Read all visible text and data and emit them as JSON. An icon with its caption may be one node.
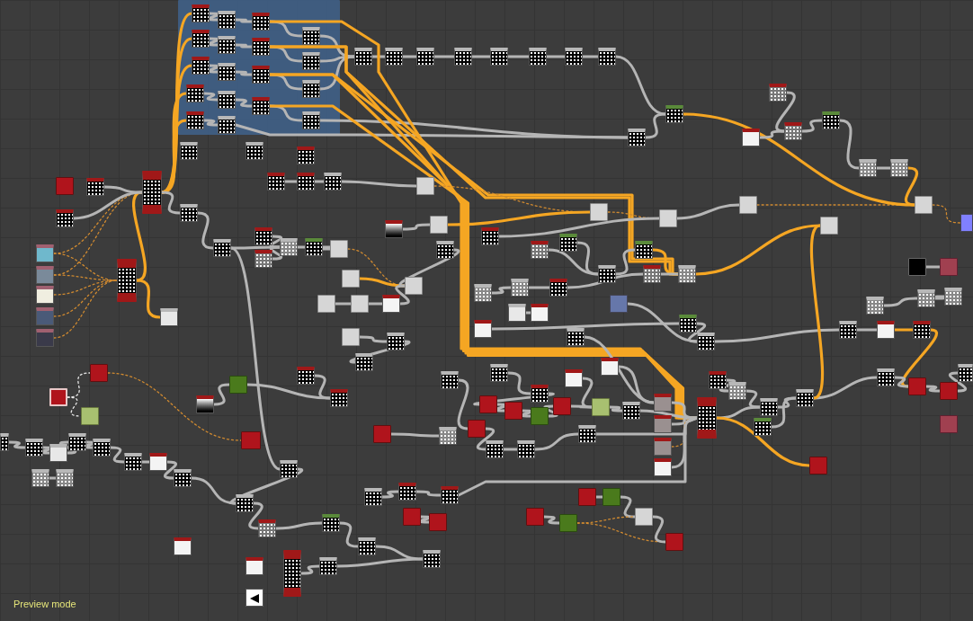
{
  "diagram": {
    "nodes": [
      {
        "text": [],
        "shape": "box"
      },
      {
        "text": [],
        "shape": "box",
        "in": 0
      },
      {
        "text": [],
        "shape": "box",
        "in": 0
      },
      {
        "text": [],
        "shape": "box",
        "in": 0
      },
      {
        "text": [],
        "shape": "box",
        "in": 0
      },
      {
        "text": [],
        "shape": "box",
        "in": 0
      },
      {
        "text": [],
        "shape": "box",
        "in": 0
      },
      {
        "text": [],
        "shape": "box",
        "in": 0
      },
      {
        "text": [],
        "shape": "box",
        "in": 0
      },
      {
        "text": [],
        "shape": "box",
        "in": 0
      },
      {
        "text": [],
        "shape": "box",
        "in": 0
      },
      {
        "text": [],
        "shape": "box",
        "in": 0
      },
      {
        "text": [],
        "shape": "box",
        "in": 0
      },
      {
        "text": [],
        "shape": "box",
        "in": 0
      },
      {
        "text": [],
        "shape": "box",
        "in": 0
      },
      {
        "text": [],
        "shape": "box",
        "in": 0
      },
      {
        "text": [],
        "shape": "box",
        "in": 0
      },
      {
        "text": [],
        "shape": "box",
        "in": 0
      },
      {
        "text": [],
        "shape": "box",
        "in": 0
      },
      {
        "text": [],
        "shape": "box"
      },
      {
        "text": [],
        "shape": "box"
      },
      {
        "text": [],
        "shape": "box"
      },
      {
        "text": [],
        "shape": "box"
      },
      {
        "text": [],
        "shape": "box"
      },
      {
        "text": [],
        "shape": "box"
      },
      {
        "text": [],
        "shape": "box"
      },
      {
        "text": [],
        "shape": "box"
      },
      {
        "text": [],
        "shape": "box"
      },
      {
        "text": [],
        "shape": "box"
      },
      {
        "text": [],
        "shape": "box"
      },
      {
        "text": [],
        "shape": "box"
      },
      {
        "text": [],
        "shape": "box"
      },
      {
        "text": [],
        "shape": "box"
      },
      {
        "text": [],
        "shape": "box"
      },
      {
        "text": [],
        "shape": "box"
      },
      {
        "text": [],
        "shape": "box"
      },
      {
        "text": [],
        "shape": "box"
      },
      {
        "text": [],
        "shape": "box"
      },
      {
        "text": [],
        "shape": "box"
      },
      {
        "text": [],
        "shape": "box"
      },
      {
        "text": [],
        "shape": "box"
      },
      {
        "text": [],
        "shape": "box"
      },
      {
        "text": [],
        "shape": "box"
      },
      {
        "text": [],
        "shape": "box"
      },
      {
        "text": [],
        "shape": "box"
      },
      {
        "text": [],
        "shape": "box"
      },
      {
        "text": [],
        "shape": "box"
      },
      {
        "text": [],
        "shape": "box"
      },
      {
        "text": [],
        "shape": "box"
      },
      {
        "text": [],
        "shape": "box"
      },
      {
        "text": [],
        "shape": "box"
      },
      {
        "text": [],
        "shape": "box"
      },
      {
        "text": [],
        "shape": "box"
      },
      {
        "text": [],
        "shape": "box"
      },
      {
        "text": [],
        "shape": "box"
      },
      {
        "text": [],
        "shape": "box"
      },
      {
        "text": [],
        "shape": "box"
      },
      {
        "text": [],
        "shape": "box"
      },
      {
        "text": [],
        "shape": "box"
      },
      {
        "text": [],
        "shape": "box"
      },
      {
        "text": [],
        "shape": "box"
      },
      {
        "text": [],
        "shape": "box"
      },
      {
        "text": [],
        "shape": "box"
      },
      {
        "text": [],
        "shape": "box"
      },
      {
        "text": [],
        "shape": "box"
      },
      {
        "text": [],
        "shape": "box"
      },
      {
        "text": [],
        "shape": "box"
      },
      {
        "text": [],
        "shape": "box"
      },
      {
        "text": [],
        "shape": "box"
      },
      {
        "text": [],
        "shape": "box"
      },
      {
        "text": [],
        "shape": "box"
      },
      {
        "text": [],
        "shape": "box"
      },
      {
        "text": [],
        "shape": "box"
      },
      {
        "text": [],
        "shape": "box"
      },
      {
        "text": [],
        "shape": "box"
      },
      {
        "text": [],
        "shape": "box"
      },
      {
        "text": [],
        "shape": "box"
      },
      {
        "text": [],
        "shape": "box"
      },
      {
        "text": [],
        "shape": "box"
      },
      {
        "text": [],
        "shape": "box"
      },
      {
        "text": [],
        "shape": "box"
      },
      {
        "text": [],
        "shape": "box"
      },
      {
        "text": [],
        "shape": "box"
      },
      {
        "text": [],
        "shape": "box"
      },
      {
        "text": [],
        "shape": "box"
      },
      {
        "text": [],
        "shape": "box"
      },
      {
        "text": [],
        "shape": "box"
      },
      {
        "text": [],
        "shape": "box"
      },
      {
        "text": [],
        "shape": "box"
      },
      {
        "text": [],
        "shape": "box"
      },
      {
        "text": [],
        "shape": "box"
      },
      {
        "text": [],
        "shape": "box"
      },
      {
        "text": [],
        "shape": "box"
      },
      {
        "text": [],
        "shape": "box"
      },
      {
        "text": [],
        "shape": "box"
      },
      {
        "text": [],
        "shape": "box"
      },
      {
        "text": [],
        "shape": "box"
      },
      {
        "text": [],
        "shape": "box"
      },
      {
        "text": [],
        "shape": "box"
      },
      {
        "text": [],
        "shape": "box"
      },
      {
        "text": [],
        "shape": "box"
      },
      {
        "text": [],
        "shape": "box"
      },
      {
        "text": [],
        "shape": "box"
      },
      {
        "text": [],
        "shape": "box"
      },
      {
        "text": [],
        "shape": "box"
      },
      {
        "text": [],
        "shape": "box"
      },
      {
        "text": [],
        "shape": "box"
      },
      {
        "text": [],
        "shape": "box"
      },
      {
        "text": [],
        "shape": "box"
      },
      {
        "text": [],
        "shape": "box"
      },
      {
        "text": [],
        "shape": "box"
      },
      {
        "text": [],
        "shape": "box"
      },
      {
        "text": [],
        "shape": "box"
      },
      {
        "text": [],
        "shape": "box"
      },
      {
        "text": [],
        "shape": "box"
      },
      {
        "text": [],
        "shape": "box"
      },
      {
        "text": [],
        "shape": "box"
      },
      {
        "text": [],
        "shape": "box"
      },
      {
        "text": [],
        "shape": "box"
      },
      {
        "text": [],
        "shape": "box"
      },
      {
        "text": [],
        "shape": "box"
      },
      {
        "text": [],
        "shape": "box"
      },
      {
        "text": [],
        "shape": "box"
      },
      {
        "text": [],
        "shape": "box"
      },
      {
        "text": [],
        "shape": "box"
      },
      {
        "text": [],
        "shape": "box"
      },
      {
        "text": [],
        "shape": "box"
      },
      {
        "text": [],
        "shape": "box"
      },
      {
        "text": [],
        "shape": "box"
      },
      {
        "text": [],
        "shape": "box"
      },
      {
        "text": [],
        "shape": "box"
      },
      {
        "text": [],
        "shape": "box"
      },
      {
        "text": [],
        "shape": "box"
      },
      {
        "text": [],
        "shape": "box"
      },
      {
        "text": [],
        "shape": "box"
      },
      {
        "text": [],
        "shape": "box"
      },
      {
        "text": [],
        "shape": "box"
      },
      {
        "text": [],
        "shape": "box"
      },
      {
        "text": [],
        "shape": "box"
      },
      {
        "text": [],
        "shape": "box"
      },
      {
        "text": [],
        "shape": "box"
      },
      {
        "text": [],
        "shape": "box"
      },
      {
        "text": [],
        "shape": "box"
      },
      {
        "text": [],
        "shape": "box"
      },
      {
        "text": [],
        "shape": "box"
      },
      {
        "text": [],
        "shape": "box"
      },
      {
        "text": [],
        "shape": "box"
      },
      {
        "text": [],
        "shape": "box"
      },
      {
        "text": [],
        "shape": "box"
      },
      {
        "text": [],
        "shape": "box"
      },
      {
        "text": [],
        "shape": "box"
      },
      {
        "text": [],
        "shape": "box"
      },
      {
        "text": [],
        "shape": "box"
      },
      {
        "text": [],
        "shape": "box"
      },
      {
        "text": [],
        "shape": "box"
      },
      {
        "text": [],
        "shape": "box"
      },
      {
        "text": [],
        "shape": "box"
      },
      {
        "text": [],
        "shape": "box"
      },
      {
        "text": [],
        "shape": "box"
      },
      {
        "text": [],
        "shape": "box"
      },
      {
        "text": [],
        "shape": "box"
      },
      {
        "text": [],
        "shape": "box"
      },
      {
        "text": [],
        "shape": "box"
      },
      {
        "text": [],
        "shape": "box"
      },
      {
        "text": [],
        "shape": "box"
      },
      {
        "text": [],
        "shape": "box"
      },
      {
        "text": [],
        "shape": "box"
      },
      {
        "text": [],
        "shape": "box"
      },
      {
        "text": [],
        "shape": "box"
      },
      {
        "text": [],
        "shape": "box"
      },
      {
        "text": [],
        "shape": "box"
      },
      {
        "text": [],
        "shape": "box"
      },
      {
        "text": [],
        "shape": "box"
      },
      {
        "text": [],
        "shape": "box"
      },
      {
        "text": [],
        "shape": "box"
      }
    ],
    "edges": [
      {
        "from": 1,
        "to": 2,
        "arrow": "none"
      },
      {
        "from": 2,
        "to": 3,
        "arrow": "none"
      },
      {
        "from": 3,
        "to": 4,
        "arrow": "none"
      },
      {
        "from": 5,
        "to": 6,
        "arrow": "none"
      },
      {
        "from": 6,
        "to": 7,
        "arrow": "none"
      },
      {
        "from": 7,
        "to": 8,
        "arrow": "none"
      },
      {
        "from": 9,
        "to": 10,
        "arrow": "none"
      },
      {
        "from": 10,
        "to": 11,
        "arrow": "none"
      },
      {
        "from": 11,
        "to": 12,
        "arrow": "none"
      },
      {
        "from": 13,
        "to": 14,
        "arrow": "none"
      },
      {
        "from": 14,
        "to": 15,
        "arrow": "none"
      },
      {
        "from": 15,
        "to": 16,
        "arrow": "none"
      },
      {
        "from": 17,
        "to": 18,
        "arrow": "none"
      },
      {
        "from": 4,
        "to": 19,
        "arrow": "none"
      },
      {
        "from": 8,
        "to": 19,
        "arrow": "none"
      },
      {
        "from": 12,
        "to": 19,
        "arrow": "none"
      },
      {
        "from": 19,
        "to": 20,
        "arrow": "none"
      },
      {
        "from": 20,
        "to": 21,
        "arrow": "none"
      },
      {
        "from": 21,
        "to": 22,
        "arrow": "none"
      },
      {
        "from": 22,
        "to": 23,
        "arrow": "none"
      },
      {
        "from": 23,
        "to": 24,
        "arrow": "none"
      },
      {
        "from": 24,
        "to": 25,
        "arrow": "none"
      },
      {
        "from": 25,
        "to": 26,
        "arrow": "none"
      },
      {
        "from": 26,
        "to": 67,
        "arrow": "none"
      },
      {
        "from": 18,
        "to": 68,
        "arrow": "none"
      },
      {
        "from": 16,
        "to": 68,
        "arrow": "none"
      },
      {
        "from": 36,
        "to": 1,
        "arrow": "none",
        "color": "#f5a623"
      },
      {
        "from": 36,
        "to": 5,
        "arrow": "none",
        "color": "#f5a623"
      },
      {
        "from": 36,
        "to": 9,
        "arrow": "none",
        "color": "#f5a623"
      },
      {
        "from": 36,
        "to": 13,
        "arrow": "none",
        "color": "#f5a623"
      },
      {
        "from": 36,
        "to": 17,
        "arrow": "none",
        "color": "#f5a623"
      },
      {
        "from": 37,
        "to": 36,
        "arrow": "none",
        "color": "#f5a623"
      },
      {
        "from": 37,
        "to": 44,
        "arrow": "none",
        "color": "#f5a623"
      },
      {
        "from": 38,
        "to": 37,
        "arrow": "none",
        "style": "dashed",
        "color": "#d08a30"
      },
      {
        "from": 39,
        "to": 37,
        "arrow": "none",
        "style": "dashed",
        "color": "#d08a30"
      },
      {
        "from": 40,
        "to": 37,
        "arrow": "none",
        "style": "dashed",
        "color": "#d08a30"
      },
      {
        "from": 41,
        "to": 37,
        "arrow": "none",
        "style": "dashed",
        "color": "#d08a30"
      },
      {
        "from": 42,
        "to": 37,
        "arrow": "none",
        "style": "dashed",
        "color": "#d08a30"
      },
      {
        "from": 38,
        "to": 36,
        "arrow": "none",
        "style": "dashed",
        "color": "#d08a30"
      },
      {
        "from": 39,
        "to": 36,
        "arrow": "none",
        "style": "dashed",
        "color": "#d08a30"
      },
      {
        "from": 34,
        "to": 36,
        "arrow": "none"
      },
      {
        "from": 35,
        "to": 36,
        "arrow": "none"
      },
      {
        "from": 36,
        "to": 43,
        "arrow": "none"
      },
      {
        "from": 43,
        "to": 45,
        "arrow": "none"
      },
      {
        "from": 45,
        "to": 48,
        "arrow": "none"
      },
      {
        "from": 46,
        "to": 48,
        "arrow": "none"
      },
      {
        "from": 47,
        "to": 48,
        "arrow": "none"
      },
      {
        "from": 48,
        "to": 49,
        "arrow": "none"
      },
      {
        "from": 49,
        "to": 50,
        "arrow": "none"
      },
      {
        "from": 50,
        "to": 55,
        "arrow": "none",
        "style": "dashed",
        "color": "#d08a30"
      },
      {
        "from": 3,
        "to": 143,
        "arrow": "none",
        "color": "#f5a623"
      },
      {
        "from": 7,
        "to": 143,
        "arrow": "none",
        "color": "#f5a623"
      },
      {
        "from": 11,
        "to": 143,
        "arrow": "none",
        "color": "#f5a623"
      },
      {
        "from": 15,
        "to": 143,
        "arrow": "none",
        "color": "#f5a623"
      },
      {
        "from": 7,
        "to": 84,
        "arrow": "none",
        "color": "#f5a623"
      },
      {
        "from": 11,
        "to": 84,
        "arrow": "none",
        "color": "#f5a623"
      },
      {
        "from": 30,
        "to": 31,
        "arrow": "none"
      },
      {
        "from": 31,
        "to": 32,
        "arrow": "none"
      },
      {
        "from": 32,
        "to": 58,
        "arrow": "none"
      },
      {
        "from": 58,
        "to": 61,
        "arrow": "none",
        "style": "dashed",
        "color": "#d08a30"
      },
      {
        "from": 61,
        "to": 62,
        "arrow": "none",
        "style": "dashed",
        "color": "#d08a30"
      },
      {
        "from": 62,
        "to": 63,
        "arrow": "none"
      },
      {
        "from": 63,
        "to": 65,
        "arrow": "none",
        "style": "dashed",
        "color": "#d08a30"
      },
      {
        "from": 65,
        "to": 66,
        "arrow": "none",
        "style": "dashed",
        "color": "#d08a30"
      },
      {
        "from": 67,
        "to": 65,
        "arrow": "none",
        "color": "#f5a623"
      },
      {
        "from": 68,
        "to": 67,
        "arrow": "none"
      },
      {
        "from": 69,
        "to": 71,
        "arrow": "none"
      },
      {
        "from": 70,
        "to": 71,
        "arrow": "none"
      },
      {
        "from": 71,
        "to": 72,
        "arrow": "none"
      },
      {
        "from": 72,
        "to": 73,
        "arrow": "none"
      },
      {
        "from": 73,
        "to": 74,
        "arrow": "none"
      },
      {
        "from": 74,
        "to": 65,
        "arrow": "none",
        "color": "#f5a623"
      },
      {
        "from": 56,
        "to": 57,
        "arrow": "none"
      },
      {
        "from": 57,
        "to": 61,
        "arrow": "none",
        "color": "#f5a623"
      },
      {
        "from": 51,
        "to": 55,
        "arrow": "none",
        "color": "#f5a623"
      },
      {
        "from": 52,
        "to": 53,
        "arrow": "none"
      },
      {
        "from": 53,
        "to": 54,
        "arrow": "none"
      },
      {
        "from": 54,
        "to": 55,
        "arrow": "none"
      },
      {
        "from": 60,
        "to": 55,
        "arrow": "none"
      },
      {
        "from": 59,
        "to": 62,
        "arrow": "none"
      },
      {
        "from": 75,
        "to": 76,
        "arrow": "none"
      },
      {
        "from": 76,
        "to": 80,
        "arrow": "none"
      },
      {
        "from": 77,
        "to": 87,
        "arrow": "none"
      },
      {
        "from": 78,
        "to": 81,
        "arrow": "none"
      },
      {
        "from": 79,
        "to": 81,
        "arrow": "none"
      },
      {
        "from": 80,
        "to": 83,
        "arrow": "none"
      },
      {
        "from": 81,
        "to": 82,
        "arrow": "none"
      },
      {
        "from": 82,
        "to": 84,
        "arrow": "none",
        "color": "#f5a623"
      },
      {
        "from": 83,
        "to": 84,
        "arrow": "none"
      },
      {
        "from": 84,
        "to": 64,
        "arrow": "none",
        "color": "#f5a623"
      },
      {
        "from": 85,
        "to": 97,
        "arrow": "none"
      },
      {
        "from": 86,
        "to": 96,
        "arrow": "none"
      },
      {
        "from": 96,
        "to": 97,
        "arrow": "none"
      },
      {
        "from": 97,
        "to": 93,
        "arrow": "none"
      },
      {
        "from": 88,
        "to": 89,
        "arrow": "none"
      },
      {
        "from": 90,
        "to": 91,
        "arrow": "none"
      },
      {
        "from": 91,
        "to": 92,
        "arrow": "none"
      },
      {
        "from": 93,
        "to": 94,
        "arrow": "none"
      },
      {
        "from": 94,
        "to": 95,
        "arrow": "none",
        "color": "#f5a623"
      },
      {
        "from": 95,
        "to": 151,
        "arrow": "none",
        "color": "#f5a623"
      },
      {
        "from": 98,
        "to": 139,
        "arrow": "none"
      },
      {
        "from": 99,
        "to": 100,
        "arrow": "none"
      },
      {
        "from": 100,
        "to": 101,
        "arrow": "none"
      },
      {
        "from": 103,
        "to": 102,
        "arrow": "none",
        "style": "dashed",
        "color": "#e8e8e8"
      },
      {
        "from": 103,
        "to": 104,
        "arrow": "none",
        "style": "dashed",
        "color": "#e8e8e8"
      },
      {
        "from": 102,
        "to": 105,
        "arrow": "none",
        "style": "dashed",
        "color": "#d08a30"
      },
      {
        "from": 107,
        "to": 106,
        "arrow": "none"
      },
      {
        "from": 106,
        "to": 109,
        "arrow": "none"
      },
      {
        "from": 108,
        "to": 109,
        "arrow": "none"
      },
      {
        "from": 110,
        "to": 111,
        "arrow": "none"
      },
      {
        "from": 111,
        "to": 112,
        "arrow": "none"
      },
      {
        "from": 112,
        "to": 113,
        "arrow": "none"
      },
      {
        "from": 113,
        "to": 114,
        "arrow": "none"
      },
      {
        "from": 114,
        "to": 117,
        "arrow": "none"
      },
      {
        "from": 115,
        "to": 116,
        "arrow": "none"
      },
      {
        "from": 117,
        "to": 118,
        "arrow": "none"
      },
      {
        "from": 118,
        "to": 119,
        "arrow": "none"
      },
      {
        "from": 119,
        "to": 121,
        "arrow": "none"
      },
      {
        "from": 120,
        "to": 121,
        "arrow": "none"
      },
      {
        "from": 45,
        "to": 120,
        "arrow": "none"
      },
      {
        "from": 121,
        "to": 160,
        "arrow": "none"
      },
      {
        "from": 160,
        "to": 162,
        "arrow": "none"
      },
      {
        "from": 162,
        "to": 163,
        "arrow": "none"
      },
      {
        "from": 163,
        "to": 164,
        "arrow": "none"
      },
      {
        "from": 165,
        "to": 166,
        "arrow": "none"
      },
      {
        "from": 166,
        "to": 164,
        "arrow": "none"
      },
      {
        "from": 155,
        "to": 156,
        "arrow": "none"
      },
      {
        "from": 156,
        "to": 157,
        "arrow": "none"
      },
      {
        "from": 157,
        "to": 143,
        "arrow": "none"
      },
      {
        "from": 158,
        "to": 159,
        "arrow": "none"
      },
      {
        "from": 122,
        "to": 129,
        "arrow": "none"
      },
      {
        "from": 123,
        "to": 128,
        "arrow": "none"
      },
      {
        "from": 124,
        "to": 125,
        "arrow": "none"
      },
      {
        "from": 125,
        "to": 126,
        "arrow": "none"
      },
      {
        "from": 126,
        "to": 127,
        "arrow": "none"
      },
      {
        "from": 127,
        "to": 132,
        "arrow": "none"
      },
      {
        "from": 128,
        "to": 130,
        "arrow": "none"
      },
      {
        "from": 130,
        "to": 131,
        "arrow": "none"
      },
      {
        "from": 131,
        "to": 134,
        "arrow": "none"
      },
      {
        "from": 132,
        "to": 133,
        "arrow": "none"
      },
      {
        "from": 133,
        "to": 136,
        "arrow": "none"
      },
      {
        "from": 134,
        "to": 143,
        "arrow": "none"
      },
      {
        "from": 135,
        "to": 136,
        "arrow": "none"
      },
      {
        "from": 136,
        "to": 138,
        "arrow": "none"
      },
      {
        "from": 137,
        "to": 139,
        "arrow": "none"
      },
      {
        "from": 138,
        "to": 143,
        "arrow": "none"
      },
      {
        "from": 139,
        "to": 143,
        "arrow": "none"
      },
      {
        "from": 140,
        "to": 143,
        "arrow": "none"
      },
      {
        "from": 141,
        "to": 143,
        "arrow": "none",
        "style": "dashed",
        "color": "#d08a30"
      },
      {
        "from": 142,
        "to": 143,
        "arrow": "none"
      },
      {
        "from": 143,
        "to": 146,
        "arrow": "none"
      },
      {
        "from": 144,
        "to": 145,
        "arrow": "none"
      },
      {
        "from": 145,
        "to": 146,
        "arrow": "none"
      },
      {
        "from": 146,
        "to": 148,
        "arrow": "none"
      },
      {
        "from": 147,
        "to": 148,
        "arrow": "none"
      },
      {
        "from": 143,
        "to": 149,
        "arrow": "none",
        "color": "#f5a623"
      },
      {
        "from": 148,
        "to": 150,
        "arrow": "none"
      },
      {
        "from": 150,
        "to": 151,
        "arrow": "none"
      },
      {
        "from": 151,
        "to": 152,
        "arrow": "none"
      },
      {
        "from": 152,
        "to": 154,
        "arrow": "none"
      },
      {
        "from": 148,
        "to": 64,
        "arrow": "none",
        "color": "#f5a623"
      },
      {
        "from": 169,
        "to": 170,
        "arrow": "none"
      },
      {
        "from": 170,
        "to": 173,
        "arrow": "none"
      },
      {
        "from": 171,
        "to": 172,
        "arrow": "none"
      },
      {
        "from": 172,
        "to": 173,
        "arrow": "none",
        "style": "dashed",
        "color": "#d08a30"
      },
      {
        "from": 172,
        "to": 174,
        "arrow": "none",
        "style": "dashed",
        "color": "#d08a30"
      },
      {
        "from": 173,
        "to": 174,
        "arrow": "none"
      }
    ],
    "labels": [
      "Preview mode"
    ]
  }
}
